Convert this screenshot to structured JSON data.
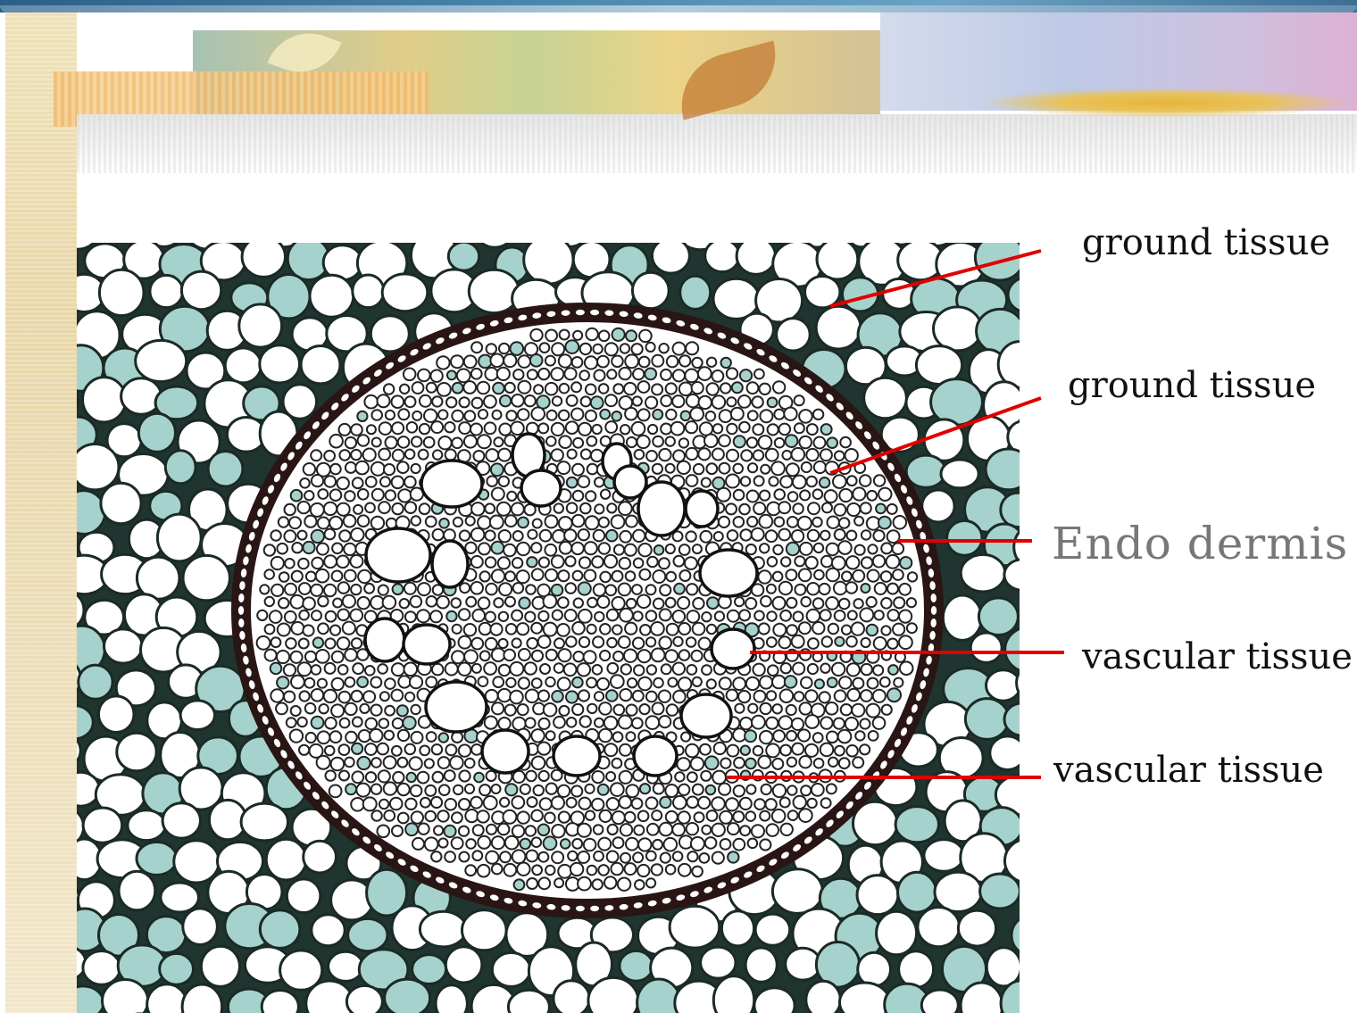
{
  "labels": {
    "ground_tissue_1": "ground tissue",
    "ground_tissue_2": "ground tissue",
    "endodermis": "Endo dermis",
    "vascular_tissue_1": "vascular tissue",
    "vascular_tissue_2": "vascular tissue"
  },
  "colors": {
    "pointer": "#e00000",
    "cell_fill_tint": "#a6d2cd",
    "cell_wall": "#1b2a26",
    "endodermis_ring": "#2a1515"
  }
}
